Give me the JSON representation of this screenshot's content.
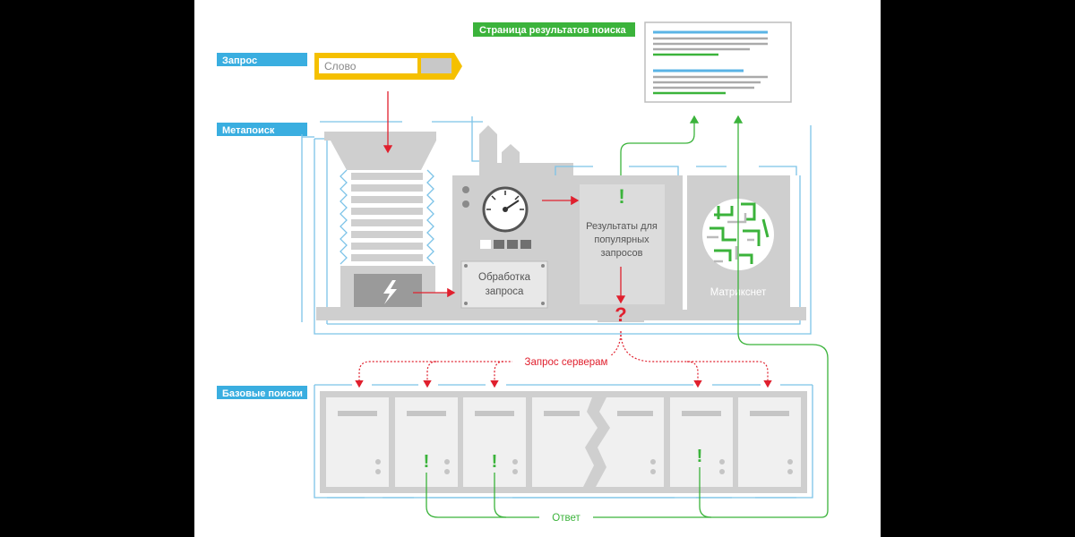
{
  "labels": {
    "query": "Запрос",
    "metasearch": "Метапоиск",
    "base_searches": "Базовые поиски",
    "serp": "Страница результатов поиска"
  },
  "query_input": {
    "value": "Слово"
  },
  "processing": {
    "line1": "Обработка",
    "line2": "запроса"
  },
  "popular": {
    "line1": "Результаты для",
    "line2": "популярных",
    "line3": "запросов"
  },
  "matrixnet": {
    "label": "Матрикснет"
  },
  "server_request": {
    "label": "Запрос  серверам"
  },
  "answer": {
    "label": "Ответ"
  },
  "marks": {
    "found": "!",
    "unknown": "?"
  },
  "colors": {
    "label_blue": "#3aaee0",
    "query_yellow": "#f5c000",
    "serp_green": "#3bb33b",
    "arrow_red": "#e0202e",
    "answer_green": "#3bb33b",
    "machine_gray": "#cfcfcf",
    "outline_blue": "#7cc3e8"
  },
  "icons": [
    "lightning-icon",
    "gauge-icon",
    "maze-icon"
  ]
}
